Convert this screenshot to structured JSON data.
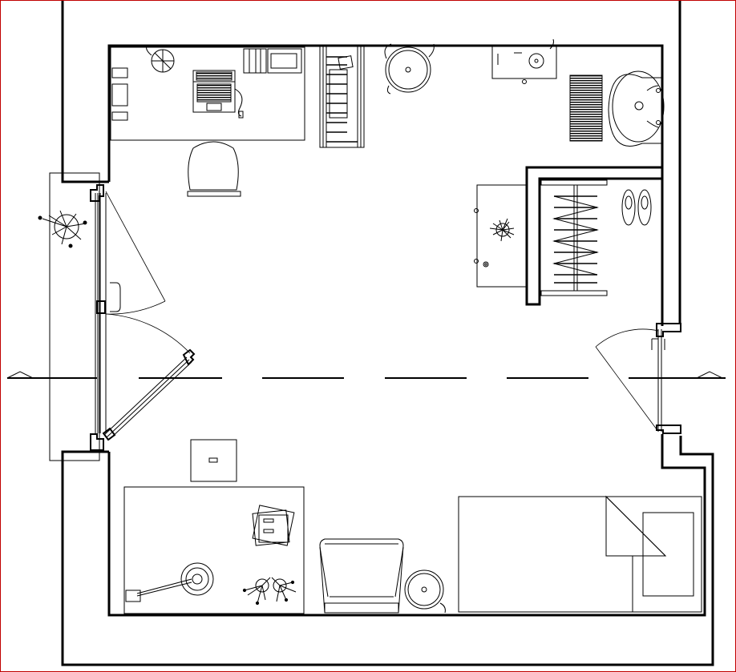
{
  "diagram": {
    "type": "architectural-floor-plan",
    "frame_color": "#c00000",
    "line_color": "#000000",
    "background": "#ffffff",
    "section_markers": [
      "section-arrow-left",
      "section-arrow-right"
    ],
    "rooms": [
      "bedroom"
    ],
    "furniture": [
      "desk",
      "laptop",
      "office-chair",
      "ladder",
      "round-table",
      "cabinet",
      "sink",
      "radiator",
      "wardrobe",
      "shoes",
      "nightstand",
      "armchair",
      "side-table",
      "bed",
      "coffee-table",
      "floor-lamp",
      "magazines",
      "potted-plant"
    ],
    "doors": [
      "window-door-left",
      "entry-door-right"
    ]
  }
}
